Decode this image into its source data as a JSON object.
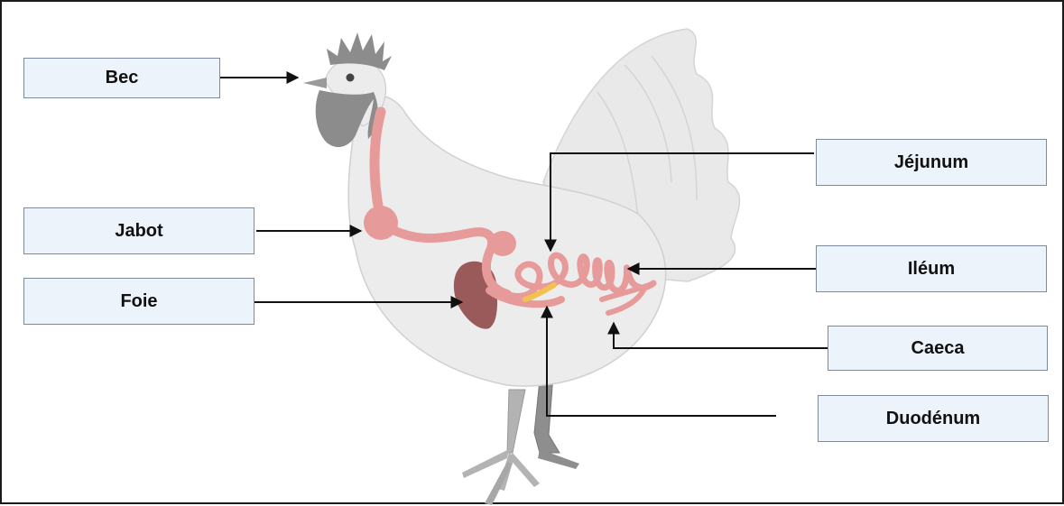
{
  "labels": {
    "bec": "Bec",
    "jabot": "Jabot",
    "foie": "Foie",
    "jejunum": "Jéjunum",
    "ileum": "Iléum",
    "caeca": "Caeca",
    "duodenum": "Duodénum"
  },
  "colors": {
    "box_fill": "#edf3fa",
    "box_border": "#7d8a99",
    "body": "#ececec",
    "comb": "#8c8c8c",
    "gut": "#e79a9a",
    "liver": "#9a5a5a",
    "pancreas": "#f2c14e"
  }
}
